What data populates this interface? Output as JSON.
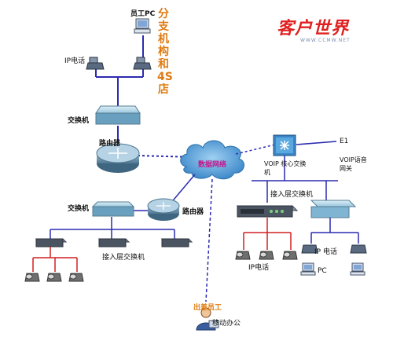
{
  "brand": {
    "main": "客户世界",
    "sub": "WWW.CCMW.NET"
  },
  "vertical_title": "分支机构和4S店",
  "labels": {
    "staff_pc": "员工PC",
    "ip_phone_top": "IP电话",
    "switch_top": "交换机",
    "router_top": "路由器",
    "data_network": "数据网络",
    "voip_core": "VOIP 核心交换机",
    "e1": "E1",
    "voip_gateway": "VOIP语音网关",
    "switch_mid": "交换机",
    "router_mid": "路由器",
    "access_switch_center": "接入层交换机",
    "access_switch_left": "接入层交换机",
    "ip_phone_mid": "IP电话",
    "ip_phone_right": "IP 电话",
    "pc": "PC",
    "traveling_staff": "出差员工",
    "mobile_office": "移动办公"
  }
}
